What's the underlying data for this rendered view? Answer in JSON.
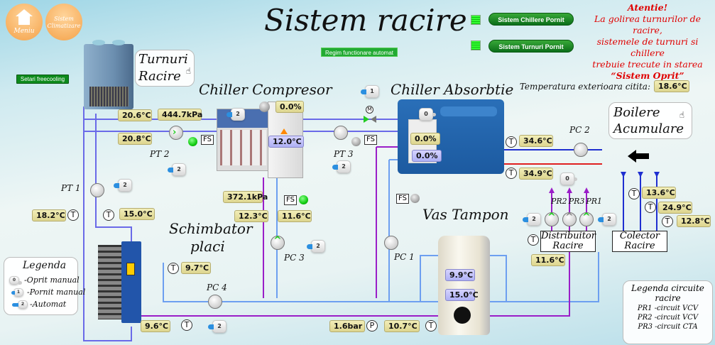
{
  "nav": {
    "menu_label": "Meniu",
    "climatizare_label": "Sistem Climatizare"
  },
  "title": "Sistem racire",
  "mode_button": "Regim functionare automat",
  "freecooling_button": "Setari freecooling",
  "status": {
    "chillers": "Sistem Chillere Pornit",
    "towers": "Sistem Turnuri Pornit",
    "chillers_led": "#22dd22",
    "towers_led": "#22dd22"
  },
  "warning": {
    "title": "Atentie!",
    "line1": "La golirea turnurilor de racire,",
    "line2": "sistemele de turnuri si chillere",
    "line3": "trebuie trecute in starea",
    "line4": "“Sistem Oprit”"
  },
  "outside_temp": {
    "label": "Temperatura exterioara citita:",
    "value": "18.6°C"
  },
  "equipment": {
    "towers": {
      "line1": "Turnuri",
      "line2": "Racire"
    },
    "chiller_comp": "Chiller Compresor",
    "chiller_abs": "Chiller Absorbtie",
    "boilers": {
      "line1": "Boilere",
      "line2": "Acumulare"
    },
    "exchanger": {
      "line1": "Schimbator",
      "line2": "placi"
    },
    "buffer": "Vas Tampon",
    "distributor": {
      "line1": "Distribuitor",
      "line2": "Racire"
    },
    "collector": {
      "line1": "Colector",
      "line2": "Racire"
    }
  },
  "pumps": {
    "pt1": "PT 1",
    "pt2": "PT 2",
    "pt3": "PT 3",
    "pc1": "PC 1",
    "pc2": "PC 2",
    "pc3": "PC 3",
    "pc4": "PC 4",
    "pr1": "PR1",
    "pr2": "PR2",
    "pr3": "PR3"
  },
  "readings": {
    "tower_supply_temp": "20.6°C",
    "tower_pressure": "444.7kPa",
    "tower_return_temp": "20.8°C",
    "chiller_comp_load": "0.0%",
    "chiller_comp_temp": "12.0°C",
    "chiller_abs_load1": "0.0%",
    "chiller_abs_load2": "0.0%",
    "boiler_supply_temp": "34.6°C",
    "boiler_return_temp": "34.9°C",
    "pt1_temp_left": "18.2°C",
    "pt1_temp_right": "15.0°C",
    "comp_out_pressure": "372.1kPa",
    "comp_out_temp": "12.3°C",
    "comp_in_temp": "11.6°C",
    "exchanger_temp": "9.7°C",
    "exchanger_out_temp": "9.6°C",
    "buffer_top_temp": "9.9°C",
    "buffer_bottom_temp": "15.0°C",
    "system_pressure": "1.6bar",
    "return_temp": "10.7°C",
    "distributor_temp": "11.6°C",
    "collector_t1": "13.6°C",
    "collector_t2": "24.9°C",
    "collector_t3": "12.8°C"
  },
  "modes": {
    "chiller_comp": "2",
    "pt2": "2",
    "pt1": "2",
    "valve": "1",
    "chiller_abs": "0",
    "pt3": "2",
    "pc3": "2",
    "pc4": "2",
    "pr_top": "0",
    "pr_left": "2",
    "pr_right": "2"
  },
  "sensor_symbols": {
    "temp": "T",
    "pressure": "P",
    "flow": "FS",
    "motor": "M"
  },
  "legend": {
    "title": "Legenda",
    "items": [
      {
        "mode": "0",
        "label": "-Oprit manual"
      },
      {
        "mode": "1",
        "label": "-Pornit manual"
      },
      {
        "mode": "2",
        "label": "-Automat"
      }
    ]
  },
  "circuit_legend": {
    "title1": "Legenda circuite",
    "title2": "racire",
    "items": [
      {
        "code": "PR1",
        "label": "-circuit VCV"
      },
      {
        "code": "PR2",
        "label": "-circuit VCV"
      },
      {
        "code": "PR3",
        "label": "-circuit CTA"
      }
    ]
  },
  "colors": {
    "tower_pipe": "#6a6ae8",
    "chilled_pipe": "#6d9ff0",
    "purple_pipe": "#9a1ec8",
    "hot_supply": "#1f2fd0",
    "hot_return": "#e02020",
    "value_bg": "#e9e3a6",
    "warning": "#e00000"
  }
}
